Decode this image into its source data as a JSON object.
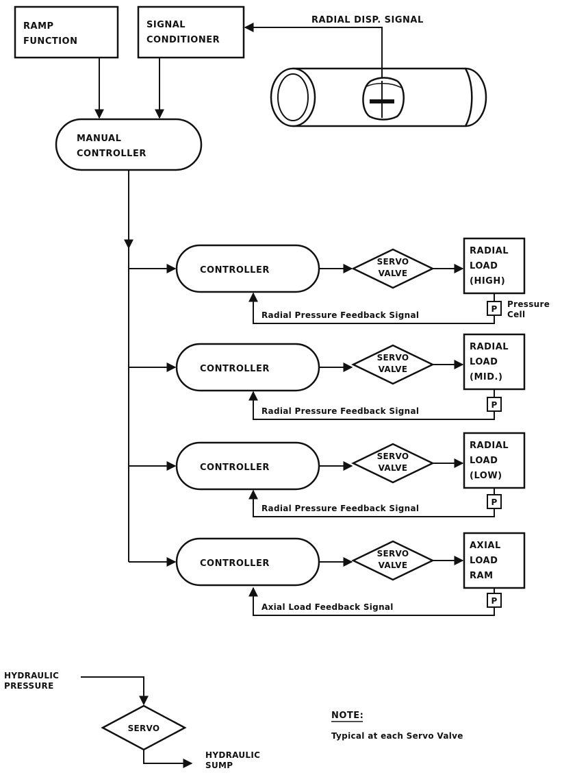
{
  "top": {
    "ramp_function": [
      "RAMP",
      "FUNCTION"
    ],
    "signal_conditioner": [
      "SIGNAL",
      "CONDITIONER"
    ],
    "radial_disp_signal": "RADIAL  DISP. SIGNAL",
    "manual_controller": [
      "MANUAL",
      "CONTROLLER"
    ]
  },
  "channels": [
    {
      "controller": "CONTROLLER",
      "servo": [
        "SERVO",
        "VALVE"
      ],
      "load": [
        "RADIAL",
        "LOAD",
        "(HIGH)"
      ],
      "feedback": "Radial  Pressure  Feedback  Signal",
      "p": "P",
      "pressure_cell": [
        "Pressure",
        "Cell"
      ]
    },
    {
      "controller": "CONTROLLER",
      "servo": [
        "SERVO",
        "VALVE"
      ],
      "load": [
        "RADIAL",
        "LOAD",
        "(MID.)"
      ],
      "feedback": "Radial  Pressure  Feedback  Signal",
      "p": "P"
    },
    {
      "controller": "CONTROLLER",
      "servo": [
        "SERVO",
        "VALVE"
      ],
      "load": [
        "RADIAL",
        "LOAD",
        "(LOW)"
      ],
      "feedback": "Radial  Pressure  Feedback  Signal",
      "p": "P"
    },
    {
      "controller": "CONTROLLER",
      "servo": [
        "SERVO",
        "VALVE"
      ],
      "load": [
        "AXIAL",
        "LOAD",
        "RAM"
      ],
      "feedback": "Axial  Load  Feedback  Signal",
      "p": "P"
    }
  ],
  "hydraulic": {
    "pressure": [
      "HYDRAULIC",
      "PRESSURE"
    ],
    "servo": "SERVO",
    "sump": [
      "HYDRAULIC",
      "SUMP"
    ]
  },
  "note": {
    "title": "NOTE:",
    "text": "Typical  at  each  Servo  Valve"
  }
}
